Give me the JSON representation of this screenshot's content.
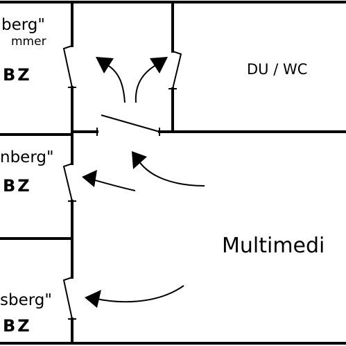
{
  "rooms": [
    {
      "id": "room-top-left",
      "name_partial": "berg\"",
      "subtitle_partial": "mmer",
      "abbr_partial": "BZ"
    },
    {
      "id": "room-middle-left",
      "name_partial": "nberg\"",
      "abbr_partial": "BZ"
    },
    {
      "id": "room-bottom-left",
      "name_partial": "sberg\"",
      "abbr_partial": "BZ"
    },
    {
      "id": "room-bathroom",
      "name": "DU / WC"
    },
    {
      "id": "room-multimedia",
      "name_partial": "Multimedi"
    }
  ],
  "colors": {
    "line": "#000000",
    "background": "#ffffff"
  }
}
